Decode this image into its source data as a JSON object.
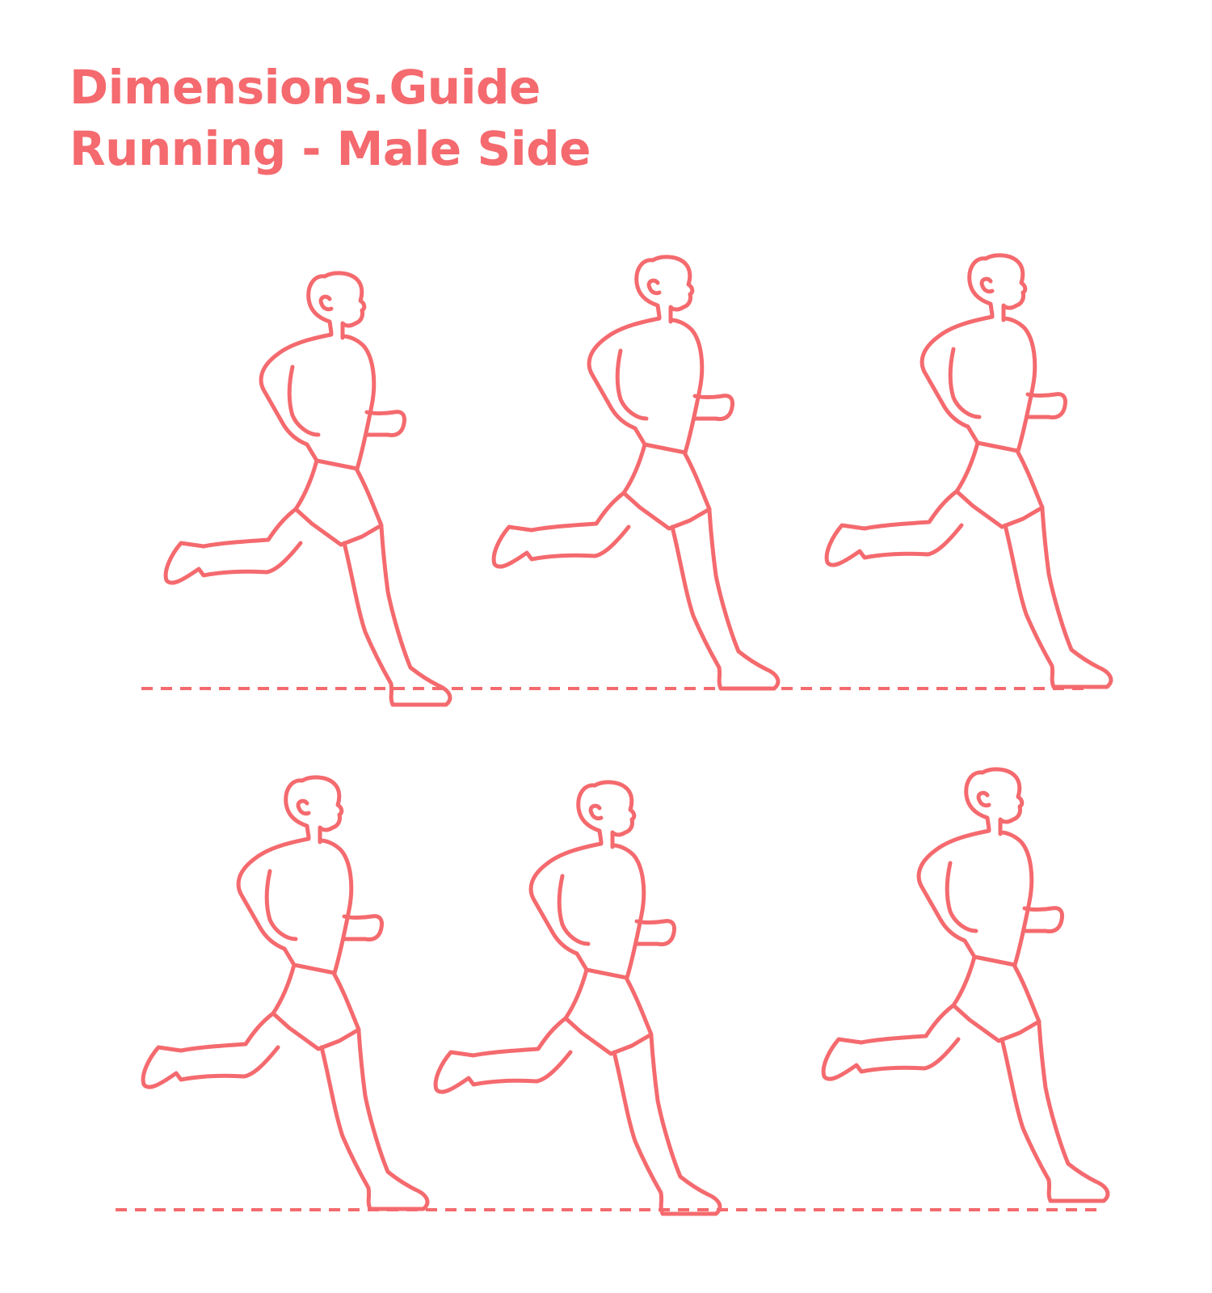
{
  "header": {
    "brand": "Dimensions.Guide",
    "title": "Running - Male Side"
  },
  "colors": {
    "accent": "#f46a6e",
    "background": "#ffffff"
  },
  "diagram": {
    "rows": [
      {
        "name": "top-row",
        "figure_count": 3
      },
      {
        "name": "bottom-row",
        "figure_count": 3
      }
    ]
  }
}
